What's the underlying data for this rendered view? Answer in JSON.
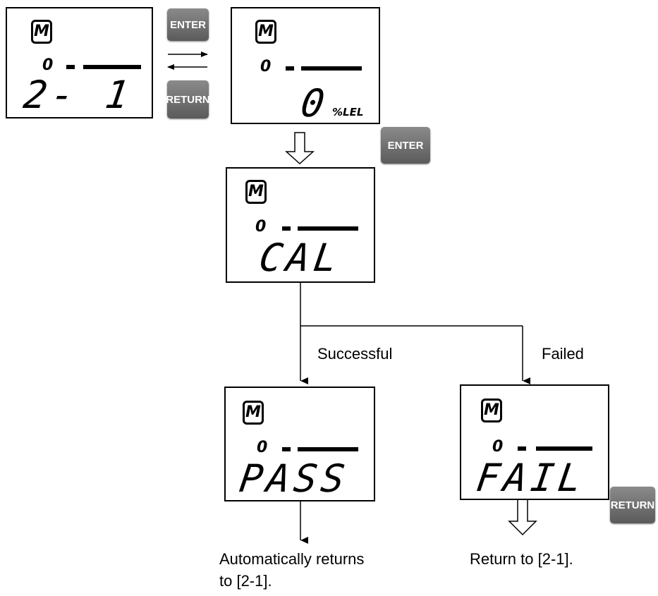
{
  "screens": {
    "menu": {
      "m": "M",
      "zero": "0",
      "value": "2- 1"
    },
    "zero_value": {
      "m": "M",
      "zero": "0",
      "value": "0",
      "unit": "%LEL"
    },
    "cal": {
      "m": "M",
      "zero": "0",
      "value": "CAL"
    },
    "pass": {
      "m": "M",
      "zero": "0",
      "value": "PASS"
    },
    "fail": {
      "m": "M",
      "zero": "0",
      "value": "FAIL"
    }
  },
  "keys": {
    "enter_top": "ENTER",
    "return_top": "RETURN",
    "enter_mid": "ENTER",
    "return_bottom": "RETURN"
  },
  "branches": {
    "successful": "Successful",
    "failed": "Failed"
  },
  "notes": {
    "auto_return": "Automatically returns\nto [2-1].",
    "return_to": "Return to [2-1]."
  }
}
